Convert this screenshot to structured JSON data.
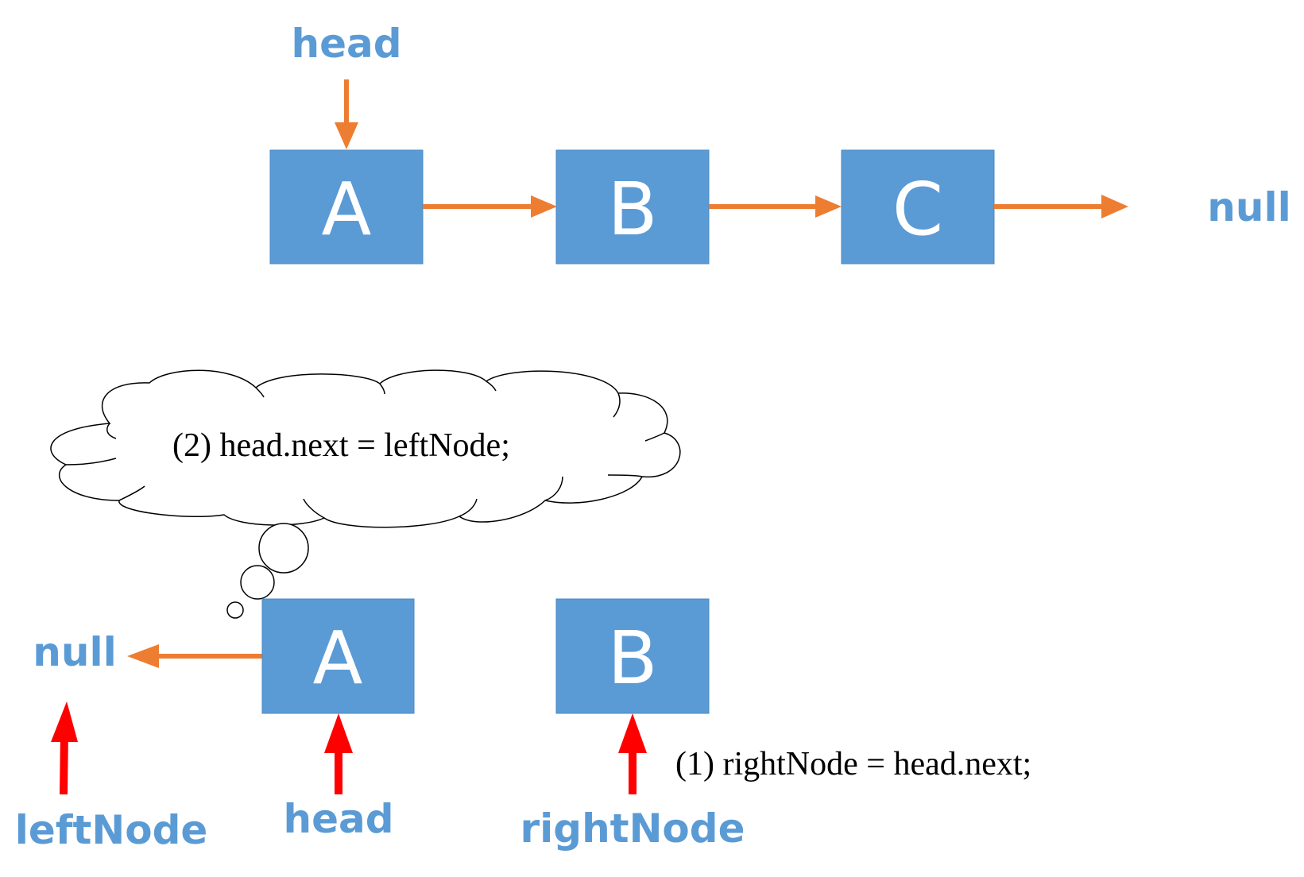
{
  "top_list": {
    "head_label": "head",
    "nodes": [
      "A",
      "B",
      "C"
    ],
    "null_label": "null"
  },
  "bottom_list": {
    "nodes": [
      "A",
      "B"
    ],
    "null_label": "null",
    "pointer_labels": {
      "left": "leftNode",
      "head": "head",
      "right": "rightNode"
    },
    "step_1": "(1) rightNode = head.next;",
    "step_2": "(2) head.next = leftNode;"
  },
  "colors": {
    "node_fill": "#5b9bd5",
    "label_blue": "#5b9bd5",
    "link_arrow_orange": "#ed7d31",
    "pointer_arrow_red": "#ff0000"
  }
}
